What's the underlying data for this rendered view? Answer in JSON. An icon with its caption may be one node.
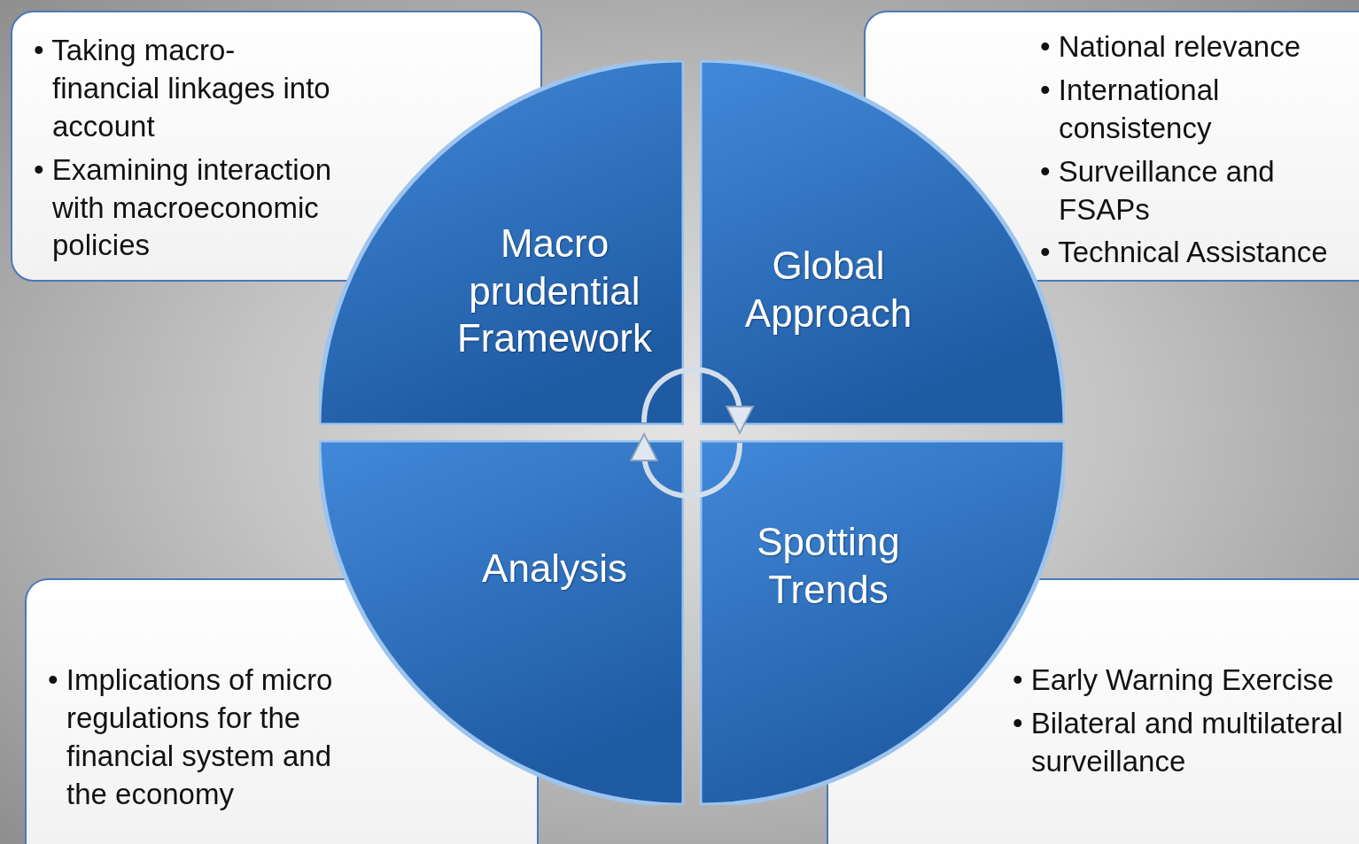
{
  "diagram": {
    "nodes": [
      {
        "text": [
          "• Taking macro-financial linkages into account",
          "• Examining interaction with macroeconomic policies"
        ]
      },
      {
        "text": [
          "• National relevance",
          "• International consistency",
          "• Surveillance and FSAPs",
          "• Technical Assistance"
        ]
      },
      {
        "text": [
          "Macro prudential Framework"
        ]
      },
      {
        "text": [
          "Global Approach"
        ]
      },
      {
        "text": [
          "Analysis"
        ]
      },
      {
        "text": [
          "Spotting Trends"
        ]
      },
      {
        "text": [
          "• Implications of micro regulations for the financial system and the economy"
        ]
      },
      {
        "text": [
          "• Early Warning Exercise",
          "• Bilateral and multilateral surveillance"
        ]
      }
    ],
    "edges": [
      {
        "from": 2,
        "to": 3,
        "arrow": "to"
      },
      {
        "from": 5,
        "to": 4,
        "arrow": "to"
      }
    ]
  }
}
